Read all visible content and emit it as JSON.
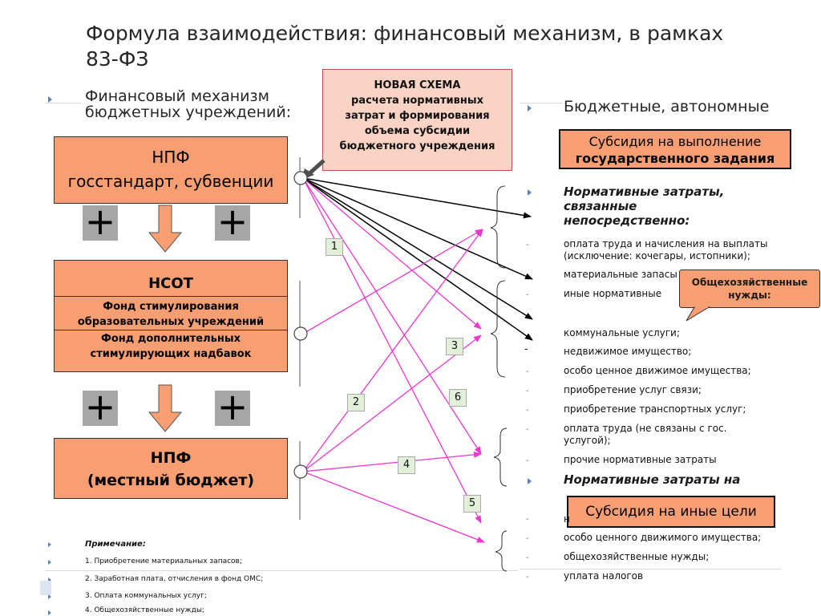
{
  "title": "Формула взаимодействия: финансовый механизм, в рамках 83-ФЗ",
  "left_heading": "Финансовый механизм бюджетных учреждений:",
  "right_heading": "Бюджетные, автономные",
  "new_scheme": {
    "line1": "НОВАЯ СХЕМА",
    "line2": "расчета нормативных",
    "line3": "затрат и формирования",
    "line4": "объема субсидии",
    "line5": "бюджетного учреждения"
  },
  "npf_state": {
    "line1": "НПФ",
    "line2": "госстандарт, субвенции"
  },
  "nsot": {
    "title": "НСОТ",
    "fund1_line1": "Фонд стимулирования",
    "fund1_line2": "образовательных учреждений",
    "fund2_line1": "Фонд дополнительных",
    "fund2_line2": "стимулирующих надбавок"
  },
  "npf_local": {
    "line1": "НПФ",
    "line2": "(местный бюджет)"
  },
  "plus_sign": "+",
  "numbers": [
    "1",
    "2",
    "3",
    "4",
    "5",
    "6"
  ],
  "subsidy_state": {
    "line1": "Субсидия на выполнение",
    "line2": "государственного задания"
  },
  "subsidy_other": "Субсидия на иные цели",
  "callout": {
    "line1": "Общехозяйственные",
    "line2": "нужды:"
  },
  "direct_costs": {
    "line1": "Нормативные затраты,",
    "line2": "связанные",
    "line3": "непосредственно",
    "colon": ":"
  },
  "items": {
    "salary_line1": "оплата труда и начисления на выплаты",
    "salary_line2": "(исключение: кочегары, истопники);",
    "materials": "материальные запасы",
    "other_normative": "иные нормативные",
    "communal": "коммунальные услуги;",
    "property": "недвижимое имущество;",
    "valuable_property": "особо ценное движимое имущества;",
    "communication": "приобретение услуг связи;",
    "transport": "приобретение транспортных услуг;",
    "salary_not_related_line1": "оплата труда (не связаны с гос.",
    "salary_not_related_line2": "услугой);",
    "other_costs": "прочие нормативные затраты"
  },
  "normative_on": {
    "line1": "Нормативные затраты на"
  },
  "items_bottom": {
    "n_fragment": "н",
    "valuable_property": "особо ценного движимого имущества;",
    "general_needs": "общехозяйственные нужды;",
    "taxes": "уплата налогов"
  },
  "notes": {
    "heading": "Примечание",
    "n1": "1. Приобретение материальных запасов;",
    "n2": "2. Заработная плата, отчисления в фонд ОМС;",
    "n3": "3. Оплата коммунальных услуг;",
    "n4": "4. Общехозяйственные нужды;"
  },
  "colors": {
    "orange": "#f79f73",
    "magenta": "#ec36d0",
    "plus_bg": "#a6a6a6",
    "num_bg": "#e2efd9",
    "new_scheme_bg": "#fad3c4"
  }
}
